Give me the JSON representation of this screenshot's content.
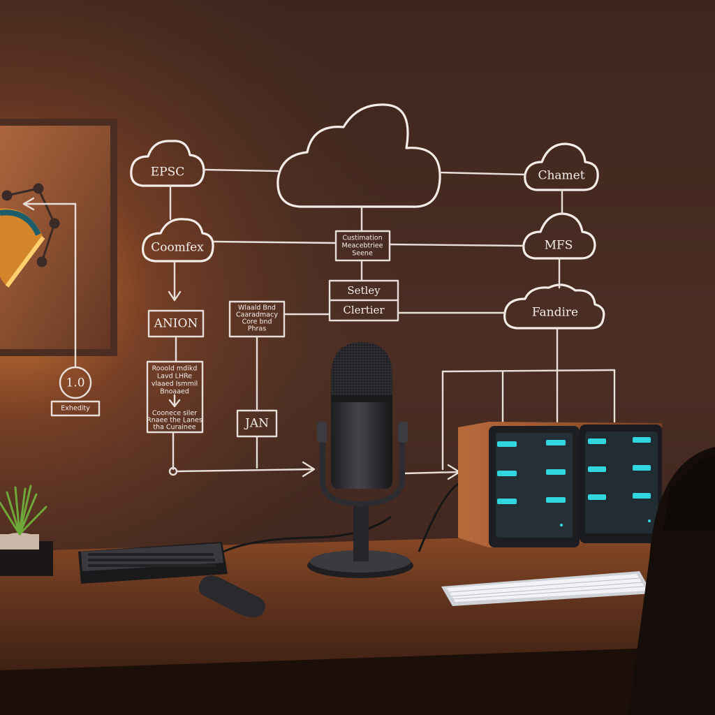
{
  "diagram": {
    "clouds": {
      "epsc": "EPSC",
      "coomfex": "Coomfex",
      "chamet": "Chamet",
      "mfs": "MFS",
      "fandire": "Fandire"
    },
    "boxes": {
      "anion": "ANION",
      "jan": "JAN",
      "setley": "Setley",
      "clertier": "Clertier",
      "center_small": [
        "Custimation",
        "Meacebtriee",
        "Seene"
      ],
      "notes_mid": [
        "Wlaald Bnd",
        "Caaradmacy",
        "Core bnd",
        "Phras"
      ],
      "notes_left": [
        "Rooold mdikd",
        "Lavd LHRe",
        "vlaaed Ismmil",
        "Bnoaaed",
        "Coonece siler",
        "Rnaee the Lanes",
        "tha Curainee"
      ]
    },
    "version_badge": "1.0",
    "version_caption": "Exhedity"
  },
  "colors": {
    "wall_top": "#4a2d22",
    "wall_bottom": "#3a231b",
    "desk": "#6b3a22",
    "lamp_glow": "#ff9a3c",
    "screen_led": "#31d6df"
  }
}
